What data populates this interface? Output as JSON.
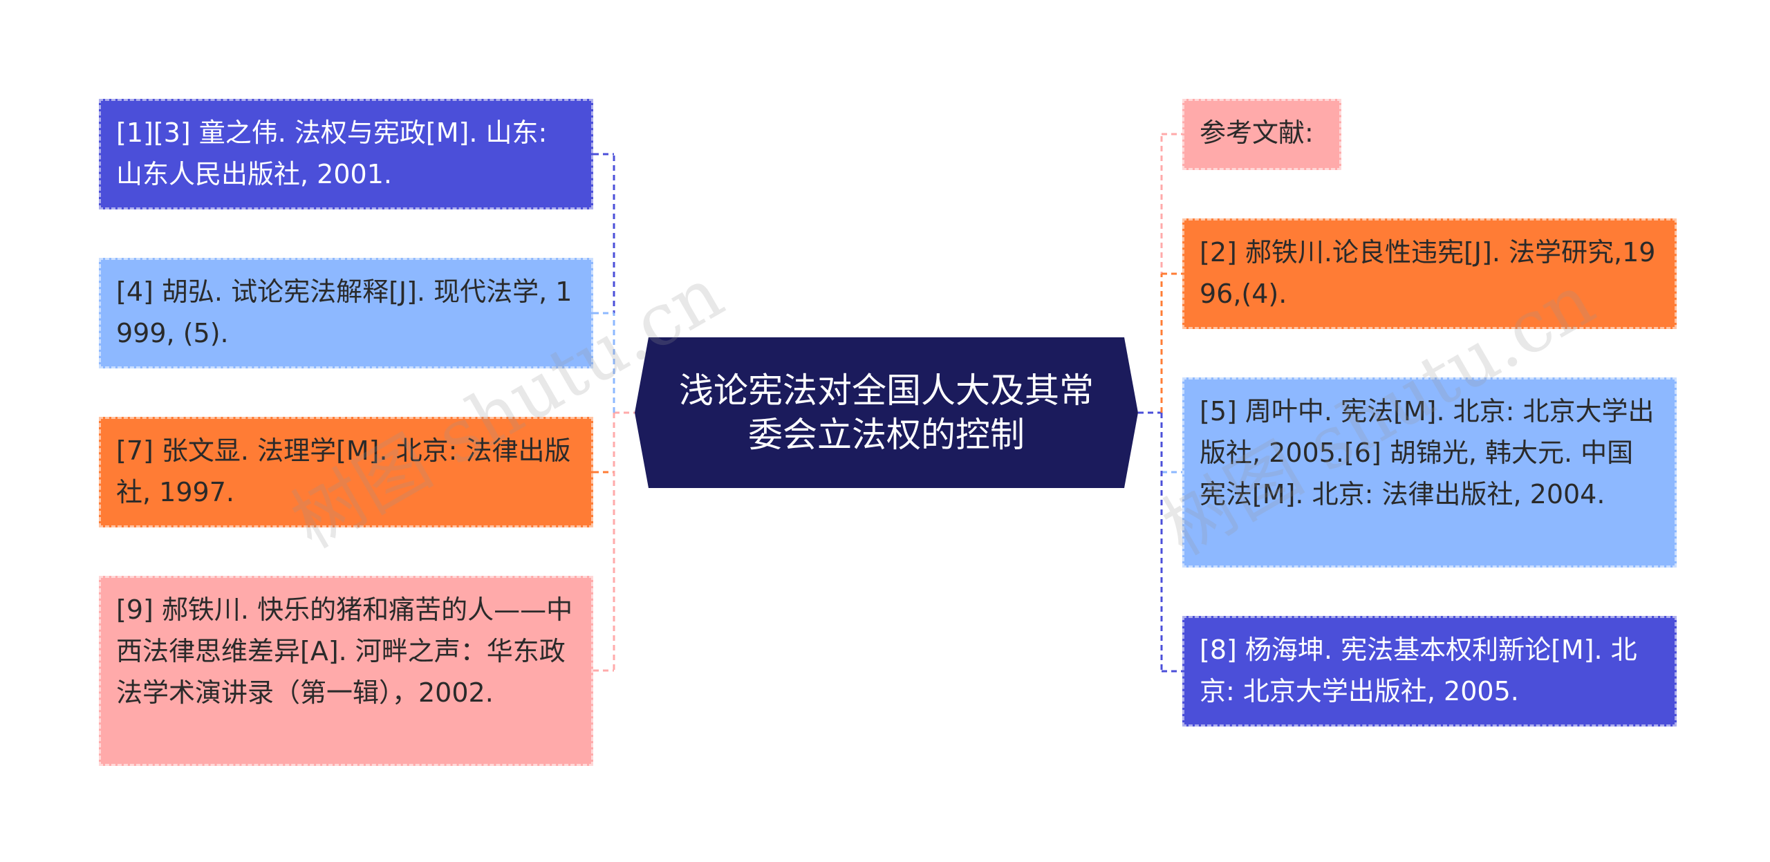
{
  "root": {
    "label": "浅论宪法对全国人大及其常委会立法权的控制",
    "color": "#1b1b5c"
  },
  "nodes": [
    {
      "id": "n1",
      "text": "[1][3] 童之伟. 法权与宪政[M]. 山东: 山东人民出版社, 2001.",
      "color": "#4b4fd9"
    },
    {
      "id": "n4",
      "text": "[4] 胡弘. 试论宪法解释[J]. 现代法学, 1999, (5).",
      "color": "#8db8ff"
    },
    {
      "id": "n7",
      "text": "[7] 张文显. 法理学[M]. 北京: 法律出版社, 1997.",
      "color": "#ff7c35"
    },
    {
      "id": "n9",
      "text": "[9] 郝铁川. 快乐的猪和痛苦的人——中西法律思维差异[A]. 河畔之声：华东政法学术演讲录（第一辑），2002.",
      "color": "#ffaaaa"
    },
    {
      "id": "ref",
      "text": "参考文献:",
      "color": "#ffaaaa"
    },
    {
      "id": "n2",
      "text": "[2] 郝铁川.论良性违宪[J]. 法学研究,1996,(4).",
      "color": "#ff7c35"
    },
    {
      "id": "n5",
      "text": "[5] 周叶中. 宪法[M]. 北京: 北京大学出版社, 2005.[6] 胡锦光, 韩大元. 中国宪法[M]. 北京: 法律出版社, 2004.",
      "color": "#8db8ff"
    },
    {
      "id": "n8",
      "text": "[8] 杨海坤. 宪法基本权利新论[M]. 北京: 北京大学出版社, 2005.",
      "color": "#4b4fd9"
    }
  ],
  "watermark": {
    "text": "树图 shutu.cn"
  }
}
